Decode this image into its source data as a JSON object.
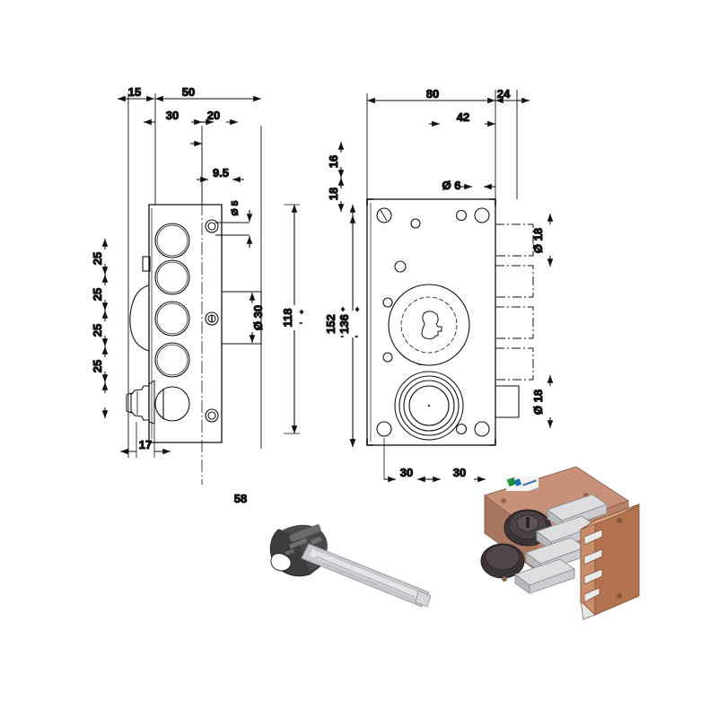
{
  "document": {
    "type": "technical-drawing",
    "title": "Lock assembly dimensional drawing",
    "background_color": "#ffffff",
    "line_color": "#1a1a1a"
  },
  "views": {
    "side_view": {
      "name": "side-view",
      "bolts_count": 5,
      "screw_holes_count": 3,
      "knob": "round-knob-left"
    },
    "front_view": {
      "name": "front-view",
      "cylinder": "key-cylinder",
      "knob": "turn-knob",
      "bolts_hidden_count": 4,
      "corner_holes_count": 4
    }
  },
  "dimensions": {
    "top_left": [
      {
        "id": "d-15",
        "value": "15"
      },
      {
        "id": "d-50",
        "value": "50"
      },
      {
        "id": "d-30",
        "value": "30"
      },
      {
        "id": "d-20",
        "value": "20"
      },
      {
        "id": "d-9-5",
        "value": "9.5"
      }
    ],
    "left_column": [
      {
        "id": "d-25-a",
        "value": "25"
      },
      {
        "id": "d-25-b",
        "value": "25"
      },
      {
        "id": "d-25-c",
        "value": "25"
      },
      {
        "id": "d-25-d",
        "value": "25"
      }
    ],
    "side_misc": [
      {
        "id": "d-17",
        "value": "17"
      },
      {
        "id": "d-58",
        "value": "58"
      },
      {
        "id": "d-118",
        "value": "118"
      }
    ],
    "diameters": [
      {
        "id": "dia-5",
        "value": "Ø 5"
      },
      {
        "id": "dia-30",
        "value": "Ø 30"
      },
      {
        "id": "dia-6",
        "value": "Ø 6"
      },
      {
        "id": "dia-18-top",
        "value": "Ø 18"
      },
      {
        "id": "dia-18-bottom",
        "value": "Ø 18"
      }
    ],
    "top_right": [
      {
        "id": "d-80",
        "value": "80"
      },
      {
        "id": "d-24",
        "value": "24"
      },
      {
        "id": "d-42",
        "value": "42"
      }
    ],
    "front_left_column": [
      {
        "id": "d-16",
        "value": "16"
      },
      {
        "id": "d-18",
        "value": "18"
      }
    ],
    "front_height": [
      {
        "id": "d-152",
        "value": "152"
      },
      {
        "id": "d-136",
        "value": "136"
      }
    ],
    "bottom_right": [
      {
        "id": "d-30-a",
        "value": "30"
      },
      {
        "id": "d-30-b",
        "value": "30"
      }
    ]
  },
  "photos": {
    "key": {
      "name": "product-key",
      "head_color": "#3a3a3c",
      "blade_color": "#c9cbcd"
    },
    "lock_body": {
      "name": "product-lock-body",
      "body_color": "#c08a6e",
      "bolt_color": "#d7d7d9",
      "knob_color": "#3a3536",
      "label_text": ""
    },
    "strike_plate": {
      "name": "product-strike-plate",
      "body_color": "#b3734f"
    }
  }
}
